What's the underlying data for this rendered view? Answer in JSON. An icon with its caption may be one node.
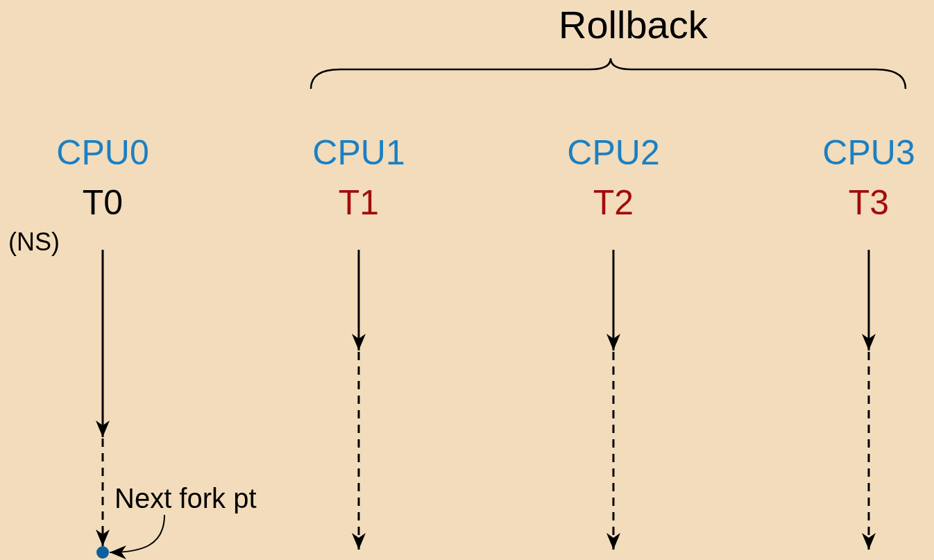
{
  "diagram": {
    "nodes": [
      {
        "text": [
          "CPU0",
          "T0"
        ],
        "beside": [
          "(NS)"
        ]
      },
      {
        "text": [
          "CPU1",
          "T1"
        ]
      },
      {
        "text": [
          "CPU2",
          "T2"
        ]
      },
      {
        "text": [
          "CPU3",
          "T3"
        ]
      },
      {
        "text": [],
        "shape": "circle"
      },
      {
        "text": [
          "Next fork pt"
        ]
      }
    ],
    "edges": [
      {
        "from": 0,
        "to": 4,
        "arrow": "to",
        "style": "dashed"
      },
      {
        "from": 1,
        "to": null,
        "arrow": "to",
        "style": "dashed"
      },
      {
        "from": 2,
        "to": null,
        "arrow": "to",
        "style": "dashed"
      },
      {
        "from": 3,
        "to": null,
        "arrow": "to",
        "style": "dashed"
      },
      {
        "from": 5,
        "to": 4,
        "arrow": "to"
      }
    ],
    "labels": [
      "Rollback"
    ]
  }
}
